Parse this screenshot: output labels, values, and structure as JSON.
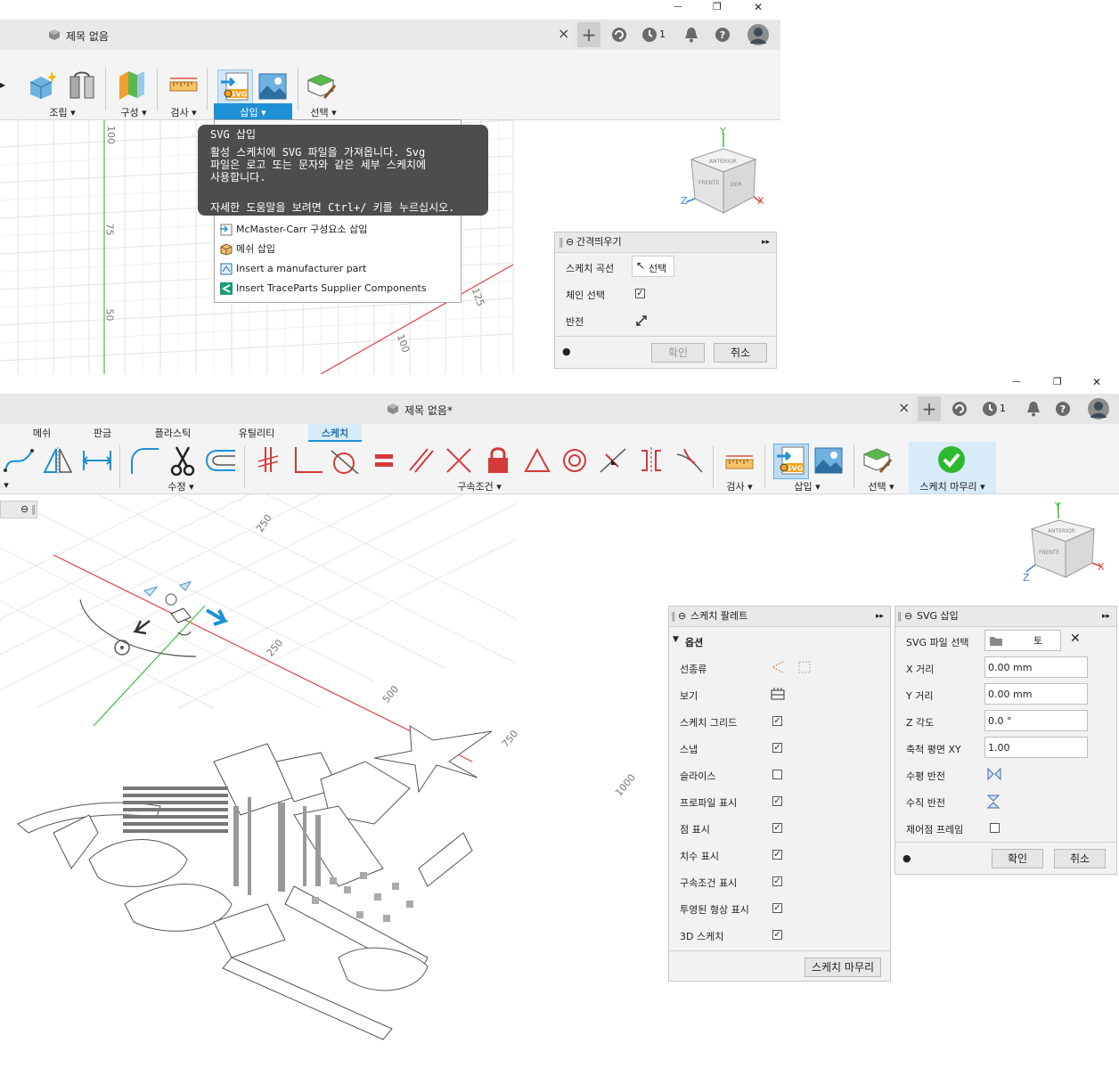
{
  "top": {
    "window_controls": {
      "minimize": "—",
      "restore": "❐",
      "close": "✕"
    },
    "tab_title": "제목 없음",
    "tab_close": "×",
    "header_badge": "1",
    "toolbar_groups": {
      "assemble": "조립 ▾",
      "construct": "구성 ▾",
      "inspect": "검사 ▾",
      "insert": "삽입 ▾",
      "select": "선택 ▾"
    },
    "tooltip": {
      "title": "SVG 삽입",
      "body1": "활성 스케치에 SVG 파일을 가져옵니다. Svg",
      "body2": "파일은 로고 또는 문자와 같은 세부 스케치에",
      "body3": "사용합니다.",
      "help": "자세한 도움말을 보려면 Ctrl+/ 키를 누르십시오."
    },
    "insert_menu": [
      "McMaster-Carr 구성요소 삽입",
      "메쉬 삽입",
      "Insert a manufacturer part",
      "Insert TraceParts Supplier Components"
    ],
    "ruler": {
      "r100": "100",
      "r75": "75",
      "r50": "50",
      "r125": "125",
      "r100b": "100"
    },
    "viewcube": {
      "y": "Y",
      "z": "Z",
      "x": "X"
    },
    "offset_panel": {
      "title": "간격띄우기",
      "expand": "▸▸",
      "rows": {
        "curve_label": "스케치 곡선",
        "curve_value": "선택",
        "chain_label": "체인 선택",
        "flip_label": "반전"
      },
      "ok": "확인",
      "cancel": "취소"
    }
  },
  "bottom": {
    "window_controls": {
      "minimize": "—",
      "restore": "❐",
      "close": "✕"
    },
    "tab_title": "제목 없음*",
    "tab_close": "×",
    "header_badge": "1",
    "tabs": [
      "메쉬",
      "판금",
      "플라스틱",
      "유틸리티",
      "스케치"
    ],
    "active_tab_index": 4,
    "toolbar_groups": {
      "create": "▾",
      "modify": "수정 ▾",
      "constraints": "구속조건 ▾",
      "inspect": "검사 ▾",
      "insert": "삽입 ▾",
      "select": "선택 ▾",
      "finish": "스케치 마무리 ▾"
    },
    "ruler": {
      "r250a": "250",
      "r250b": "250",
      "r500": "500",
      "r750": "750",
      "r1000": "1000"
    },
    "viewcube": {
      "y": "Y",
      "z": "Z",
      "x": "X"
    },
    "sketch_palette": {
      "title": "스케치 팔레트",
      "expand": "▸▸",
      "section": "옵션",
      "rows": [
        {
          "label": "선종류",
          "kind": "icon"
        },
        {
          "label": "보기",
          "kind": "icon"
        },
        {
          "label": "스케치 그리드",
          "checked": true
        },
        {
          "label": "스냅",
          "checked": true
        },
        {
          "label": "슬라이스",
          "checked": false
        },
        {
          "label": "프로파일 표시",
          "checked": true
        },
        {
          "label": "점 표시",
          "checked": true
        },
        {
          "label": "치수 표시",
          "checked": true
        },
        {
          "label": "구속조건 표시",
          "checked": true
        },
        {
          "label": "투영된 형상 표시",
          "checked": true
        },
        {
          "label": "3D 스케치",
          "checked": true
        }
      ],
      "finish_button": "스케치 마무리"
    },
    "svg_panel": {
      "title": "SVG 삽입",
      "expand": "▸▸",
      "file_label": "SVG 파일 선택",
      "file_value": "토피...",
      "x_label": "X 거리",
      "x_value": "0.00 mm",
      "y_label": "Y 거리",
      "y_value": "0.00 mm",
      "z_label": "Z 각도",
      "z_value": "0.0 °",
      "scale_label": "축척 평면 XY",
      "scale_value": "1.00",
      "hflip_label": "수평 반전",
      "vflip_label": "수직 반전",
      "ctrl_label": "제어점 프레임",
      "ctrl_checked": false,
      "ok": "확인",
      "cancel": "취소"
    }
  },
  "colors": {
    "accent": "#1e90d6",
    "x_axis": "#e04040",
    "y_axis": "#3cbf3c",
    "tooltip_bg": "#4d4d4d",
    "finish_green": "#2eb82e"
  }
}
